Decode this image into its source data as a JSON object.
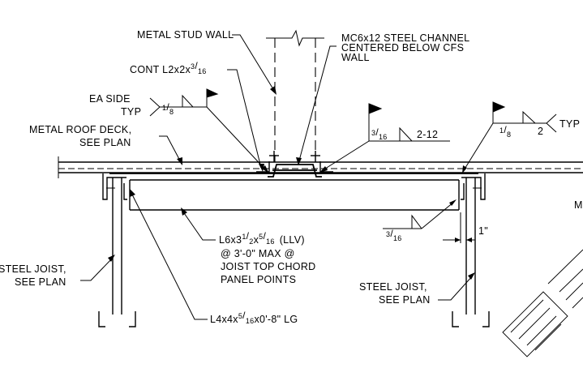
{
  "labels": {
    "metal_stud_wall": "METAL STUD WALL",
    "channel": [
      "MC6x12 STEEL CHANNEL",
      "CENTERED BELOW CFS",
      "WALL"
    ],
    "cont_angle": "CONT L2x2x",
    "cont_angle_frac": {
      "num": "3",
      "den": "16"
    },
    "ea_side": "EA SIDE",
    "typ_left": "TYP",
    "weld_left_size": {
      "num": "1",
      "den": "8"
    },
    "weld_mid_size": {
      "num": "3",
      "den": "16"
    },
    "weld_mid_pitch": "2-12",
    "weld_right_size": {
      "num": "1",
      "den": "8"
    },
    "weld_right_length": "2",
    "typ_right": "TYP",
    "roof_deck": [
      "METAL ROOF DECK,",
      "SEE PLAN"
    ],
    "weld_lower_size": {
      "num": "3",
      "den": "16"
    },
    "dim_1": "1\"",
    "edge_letter": "M",
    "angle_main": [
      "L6x3",
      "x",
      "(LLV)"
    ],
    "angle_main_fracs": {
      "a": {
        "num": "1",
        "den": "2"
      },
      "b": {
        "num": "5",
        "den": "16"
      }
    },
    "angle_main_notes": [
      "@ 3'-0\" MAX @",
      "JOIST TOP CHORD",
      "PANEL POINTS"
    ],
    "joist_left": [
      "STEEL JOIST,",
      "SEE PLAN"
    ],
    "joist_right": [
      "STEEL JOIST,",
      "SEE PLAN"
    ],
    "angle_clip": [
      "L4x4x",
      "x0'-8\" LG"
    ],
    "angle_clip_frac": {
      "num": "5",
      "den": "16"
    }
  }
}
